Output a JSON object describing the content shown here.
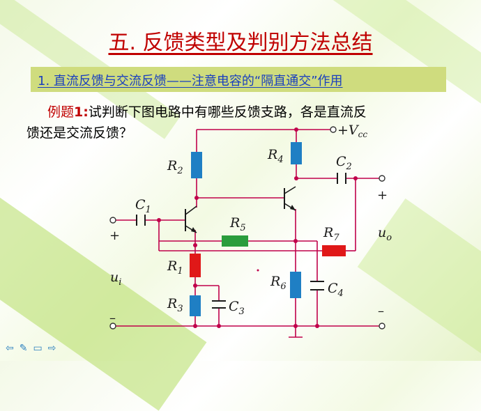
{
  "title": "五. 反馈类型及判别方法总结",
  "subtitle": "1. 直流反馈与交流反馈——注意电容的“隔直通交”作用",
  "problem": {
    "label_prefix": "例题",
    "label_number": "1:",
    "line1": "试判断下图电路中有哪些反馈支路，各是直流反",
    "line2": "馈还是交流反馈？"
  },
  "circuit": {
    "vcc_symbol": "+V",
    "vcc_sub": "cc",
    "components": {
      "R2": "R",
      "R2_sub": "2",
      "R4": "R",
      "R4_sub": "4",
      "C2": "C",
      "C2_sub": "2",
      "C1": "C",
      "C1_sub": "1",
      "R5": "R",
      "R5_sub": "5",
      "R7": "R",
      "R7_sub": "7",
      "R1": "R",
      "R1_sub": "1",
      "R3": "R",
      "R3_sub": "3",
      "C3": "C",
      "C3_sub": "3",
      "R6": "R",
      "R6_sub": "6",
      "C4": "C",
      "C4_sub": "4"
    },
    "input_symbol": "u",
    "input_sub": "i",
    "output_symbol": "u",
    "output_sub": "o",
    "plus": "+",
    "minus": "–"
  },
  "nav": {
    "first": "⇦",
    "pen": "✎",
    "menu": "▭",
    "next": "⇨"
  },
  "colors": {
    "title": "#c00000",
    "subtitle": "#1a3fbf",
    "band": "#cfdc7e",
    "wire": "#c0004a",
    "resistor_blue": "#1f7fc4",
    "resistor_red": "#e01818",
    "resistor_green": "#2a9d3c"
  }
}
